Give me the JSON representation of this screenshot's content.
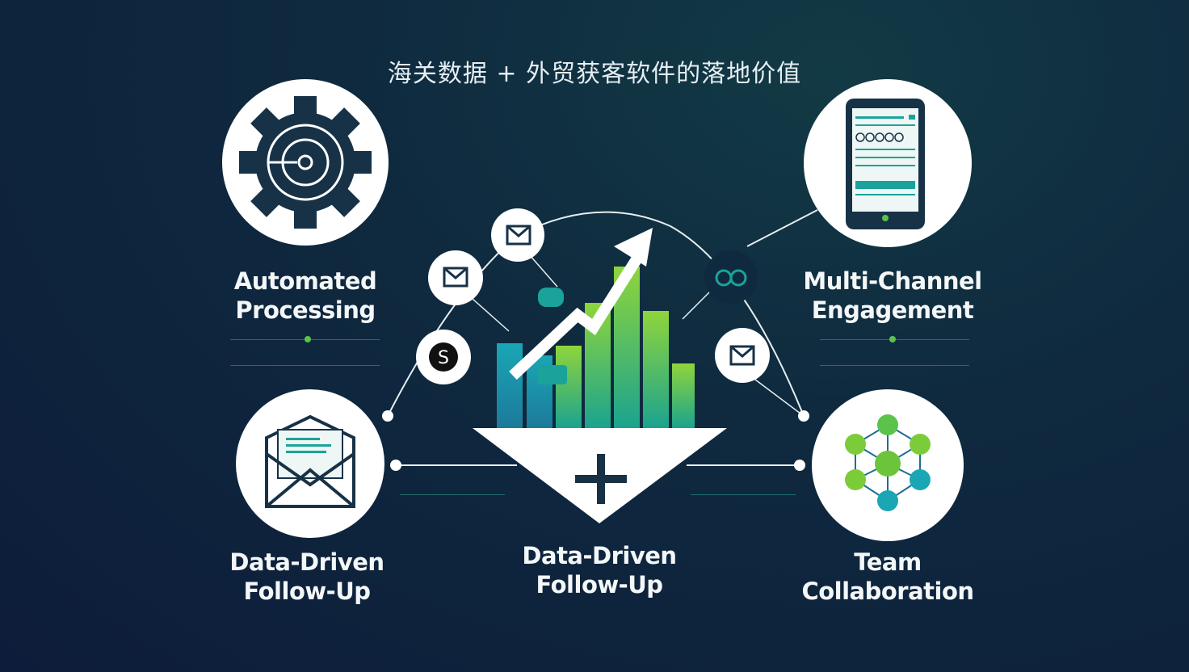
{
  "title": "海关数据 + 外贸获客软件的落地价值",
  "nodes": {
    "top_left": {
      "line1": "Automated",
      "line2": "Processing",
      "icon": "gear-target-icon"
    },
    "top_right": {
      "line1": "Multi-Channel",
      "line2": "Engagement",
      "icon": "smartphone-icon"
    },
    "bottom_left": {
      "line1": "Data-Driven",
      "line2": "Follow-Up",
      "icon": "envelope-document-icon"
    },
    "bottom_right": {
      "line1": "Team",
      "line2": "Collaboration",
      "icon": "network-nodes-icon"
    },
    "center": {
      "line1": "Data-Driven",
      "line2": "Follow-Up",
      "icon": "plus-funnel-icon"
    }
  },
  "colors": {
    "accent_green": "#5bc34a",
    "accent_teal": "#1aa39a",
    "dark_navy": "#173247"
  }
}
